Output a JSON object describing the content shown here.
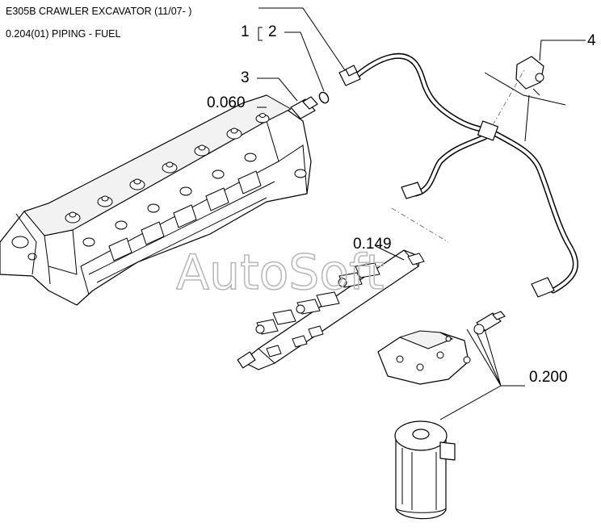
{
  "header": {
    "title": "E305B CRAWLER EXCAVATOR (11/07- )",
    "subtitle": "0.204(01) PIPING - FUEL"
  },
  "callouts": {
    "c1": "1",
    "c2": "2",
    "c3": "3",
    "c4": "4",
    "c0060": "0.060",
    "c0149": "0.149",
    "c0200": "0.200"
  },
  "watermark": "AutoSoft"
}
